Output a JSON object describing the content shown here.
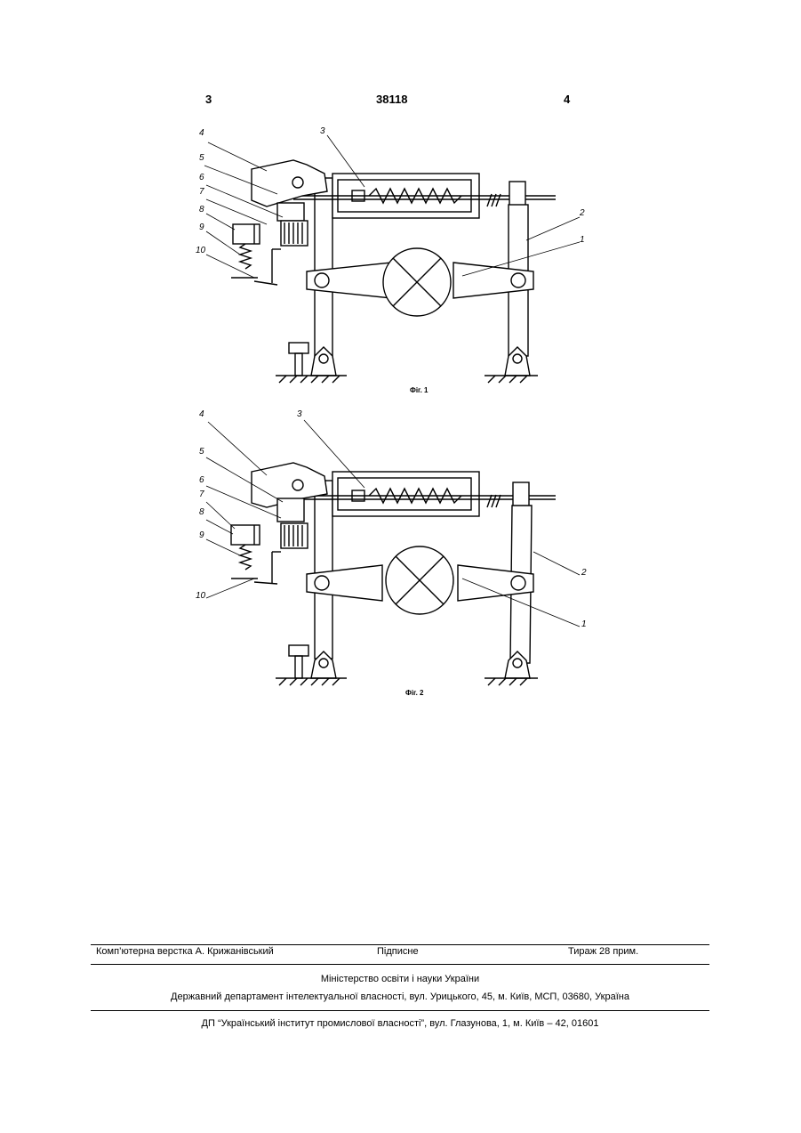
{
  "header": {
    "page_left": "3",
    "doc_number": "38118",
    "page_right": "4"
  },
  "figures": [
    {
      "caption": "Фіг. 1",
      "labels": [
        "1",
        "2",
        "3",
        "4",
        "5",
        "6",
        "7",
        "8",
        "9",
        "10"
      ]
    },
    {
      "caption": "Фіг. 2",
      "labels": [
        "1",
        "2",
        "3",
        "4",
        "5",
        "6",
        "7",
        "8",
        "9",
        "10"
      ]
    }
  ],
  "footer": {
    "layout": "Комп’ютерна верстка А. Крижанівський",
    "signed": "Підписне",
    "circulation": "Тираж 28 прим.",
    "ministry": "Міністерство освіти і науки України",
    "department": "Державний департамент інтелектуальної власності, вул. Урицького, 45, м. Київ, МСП, 03680, Україна",
    "institute": "ДП “Український інститут промислової власності”, вул. Глазунова, 1, м. Київ – 42, 01601"
  }
}
